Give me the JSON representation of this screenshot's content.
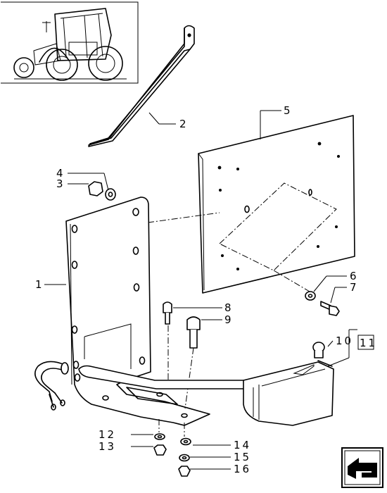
{
  "callouts": [
    {
      "id": "c1",
      "text": "1"
    },
    {
      "id": "c2",
      "text": "2"
    },
    {
      "id": "c3",
      "text": "3"
    },
    {
      "id": "c4",
      "text": "4"
    },
    {
      "id": "c5",
      "text": "5"
    },
    {
      "id": "c6",
      "text": "6"
    },
    {
      "id": "c7",
      "text": "7"
    },
    {
      "id": "c8",
      "text": "8"
    },
    {
      "id": "c9",
      "text": "9"
    },
    {
      "id": "c10",
      "text": "10"
    },
    {
      "id": "c11",
      "text": "11"
    },
    {
      "id": "c12",
      "text": "12"
    },
    {
      "id": "c13",
      "text": "13"
    },
    {
      "id": "c14",
      "text": "14"
    },
    {
      "id": "c15",
      "text": "15"
    },
    {
      "id": "c16",
      "text": "16"
    }
  ],
  "icons": {
    "thumbnail": "tractor-thumbnail-icon",
    "nav": "next-page-arrow-icon"
  },
  "colors": {
    "line": "#000000",
    "background": "#ffffff"
  }
}
